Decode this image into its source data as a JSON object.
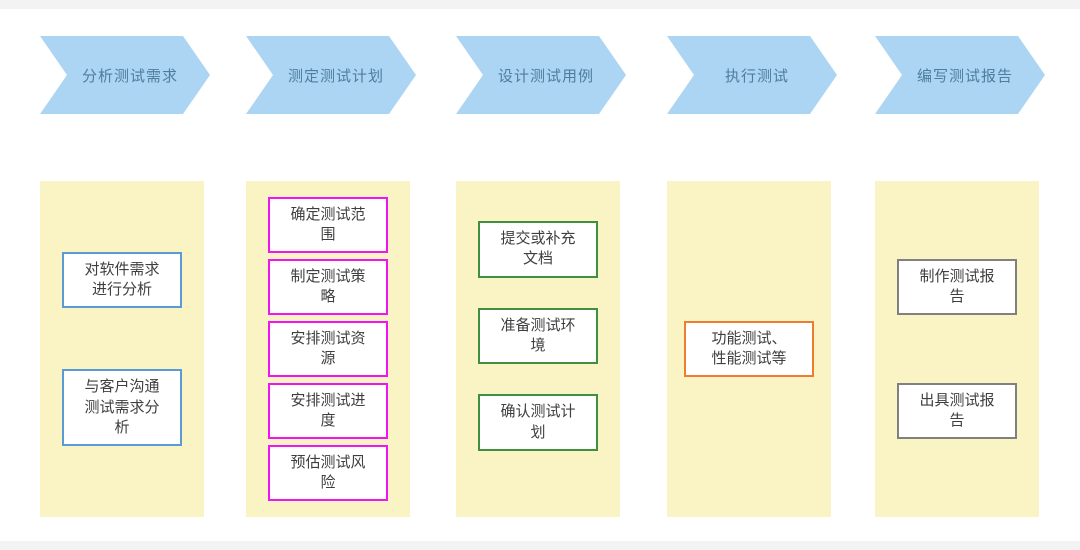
{
  "colors": {
    "arrow_fill": "#abd5f3",
    "arrow_text": "#4e7d9e",
    "panel_bg": "#faf3c3",
    "blue": "#5b9bd5",
    "magenta": "#f213f2",
    "green": "#3f8f3f",
    "orange": "#ee7d31",
    "gray": "#808080"
  },
  "stages": [
    {
      "label": "分析测试需求",
      "items": [
        {
          "text": "对软件需求\n进行分析"
        },
        {
          "text": "与客户沟通\n测试需求分\n析"
        }
      ]
    },
    {
      "label": "测定测试计划",
      "items": [
        {
          "text": "确定测试范\n围"
        },
        {
          "text": "制定测试策\n略"
        },
        {
          "text": "安排测试资\n源"
        },
        {
          "text": "安排测试进\n度"
        },
        {
          "text": "预估测试风\n险"
        }
      ]
    },
    {
      "label": "设计测试用例",
      "items": [
        {
          "text": "提交或补充\n文档"
        },
        {
          "text": "准备测试环\n境"
        },
        {
          "text": "确认测试计\n划"
        }
      ]
    },
    {
      "label": "执行测试",
      "items": [
        {
          "text": "功能测试、\n性能测试等"
        }
      ]
    },
    {
      "label": "编写测试报告",
      "items": [
        {
          "text": "制作测试报\n告"
        },
        {
          "text": "出具测试报\n告"
        }
      ]
    }
  ]
}
